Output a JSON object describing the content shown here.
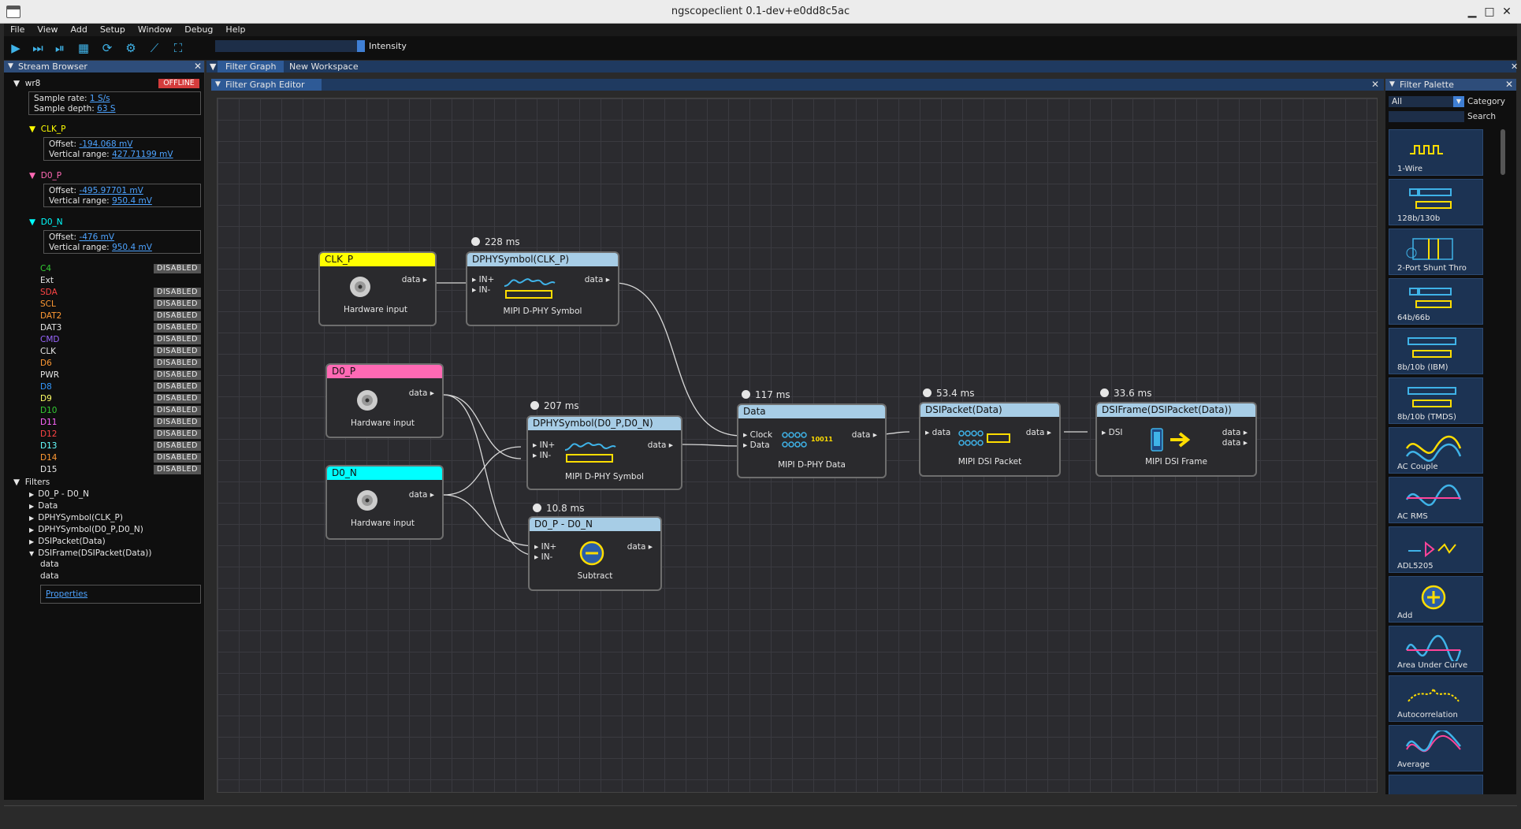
{
  "window": {
    "title": "ngscopeclient 0.1-dev+e0dd8c5ac"
  },
  "menu": [
    "File",
    "View",
    "Add",
    "Setup",
    "Window",
    "Debug",
    "Help"
  ],
  "toolbar": {
    "intensity_label": "Intensity"
  },
  "stream_browser": {
    "title": "Stream Browser",
    "instrument": {
      "name": "wr8",
      "status": "OFFLINE",
      "sample_rate_label": "Sample rate:",
      "sample_rate": "1 S/s",
      "sample_depth_label": "Sample depth:",
      "sample_depth": "63 S"
    },
    "channels": [
      {
        "name": "CLK_P",
        "color": "#ffff00",
        "offset": "-194.068 mV",
        "range": "427.71199 mV"
      },
      {
        "name": "D0_P",
        "color": "#ff69b4",
        "offset": "-495.97701 mV",
        "range": "950.4 mV"
      },
      {
        "name": "D0_N",
        "color": "#00ffff",
        "offset": "-476 mV",
        "range": "950.4 mV"
      }
    ],
    "labels": {
      "offset": "Offset:",
      "range": "Vertical range:"
    },
    "other_channels": [
      {
        "name": "C4",
        "color": "#33cc33",
        "status": "DISABLED"
      },
      {
        "name": "Ext",
        "color": "#e6e6e6",
        "status": ""
      },
      {
        "name": "SDA",
        "color": "#ff4444",
        "status": "DISABLED"
      },
      {
        "name": "SCL",
        "color": "#ff9933",
        "status": "DISABLED"
      },
      {
        "name": "DAT2",
        "color": "#ff9933",
        "status": "DISABLED"
      },
      {
        "name": "DAT3",
        "color": "#e6e6e6",
        "status": "DISABLED"
      },
      {
        "name": "CMD",
        "color": "#9966ff",
        "status": "DISABLED"
      },
      {
        "name": "CLK",
        "color": "#e6e6e6",
        "status": "DISABLED"
      },
      {
        "name": "D6",
        "color": "#ff9933",
        "status": "DISABLED"
      },
      {
        "name": "PWR",
        "color": "#e6e6e6",
        "status": "DISABLED"
      },
      {
        "name": "D8",
        "color": "#3399ff",
        "status": "DISABLED"
      },
      {
        "name": "D9",
        "color": "#ffff66",
        "status": "DISABLED"
      },
      {
        "name": "D10",
        "color": "#33cc33",
        "status": "DISABLED"
      },
      {
        "name": "D11",
        "color": "#ff66ff",
        "status": "DISABLED"
      },
      {
        "name": "D12",
        "color": "#ff4444",
        "status": "DISABLED"
      },
      {
        "name": "D13",
        "color": "#66ffff",
        "status": "DISABLED"
      },
      {
        "name": "D14",
        "color": "#ff9933",
        "status": "DISABLED"
      },
      {
        "name": "D15",
        "color": "#e6e6e6",
        "status": "DISABLED"
      }
    ],
    "filters_title": "Filters",
    "filters": [
      "D0_P - D0_N",
      "Data",
      "DPHYSymbol(CLK_P)",
      "DPHYSymbol(D0_P,D0_N)",
      "DSIPacket(Data)",
      "DSIFrame(DSIPacket(Data))"
    ],
    "frame_streams": [
      "data",
      "data"
    ],
    "properties": "Properties"
  },
  "tabs": [
    "Filter Graph",
    "New Workspace"
  ],
  "editor_title": "Filter Graph Editor",
  "nodes": {
    "clk_p": {
      "title": "CLK_P",
      "out": "data",
      "sub": "Hardware input"
    },
    "d0_p": {
      "title": "D0_P",
      "out": "data",
      "sub": "Hardware input"
    },
    "d0_n": {
      "title": "D0_N",
      "out": "data",
      "sub": "Hardware input"
    },
    "dphy_clk": {
      "title": "DPHYSymbol(CLK_P)",
      "time": "228 ms",
      "in1": "IN+",
      "in2": "IN-",
      "out": "data",
      "sub": "MIPI D-PHY Symbol"
    },
    "dphy_d0": {
      "title": "DPHYSymbol(D0_P,D0_N)",
      "time": "207 ms",
      "in1": "IN+",
      "in2": "IN-",
      "out": "data",
      "sub": "MIPI D-PHY Symbol"
    },
    "sub": {
      "title": "D0_P - D0_N",
      "time": "10.8 ms",
      "in1": "IN+",
      "in2": "IN-",
      "out": "data",
      "sub": "Subtract"
    },
    "data": {
      "title": "Data",
      "time": "117 ms",
      "in1": "Clock",
      "in2": "Data",
      "out": "data",
      "sub": "MIPI D-PHY Data",
      "bits": "10011"
    },
    "dsipkt": {
      "title": "DSIPacket(Data)",
      "time": "53.4 ms",
      "in1": "data",
      "out": "data",
      "sub": "MIPI DSI Packet"
    },
    "dsiframe": {
      "title": "DSIFrame(DSIPacket(Data))",
      "time": "33.6 ms",
      "in1": "DSI",
      "out1": "data",
      "out2": "data",
      "sub": "MIPI DSI Frame"
    }
  },
  "palette": {
    "title": "Filter Palette",
    "category_value": "All",
    "category_label": "Category",
    "search_label": "Search",
    "items": [
      "1-Wire",
      "128b/130b",
      "2-Port Shunt Thro",
      "64b/66b",
      "8b/10b (IBM)",
      "8b/10b (TMDS)",
      "AC Couple",
      "AC RMS",
      "ADL5205",
      "Add",
      "Area Under Curve",
      "Autocorrelation",
      "Average"
    ]
  }
}
